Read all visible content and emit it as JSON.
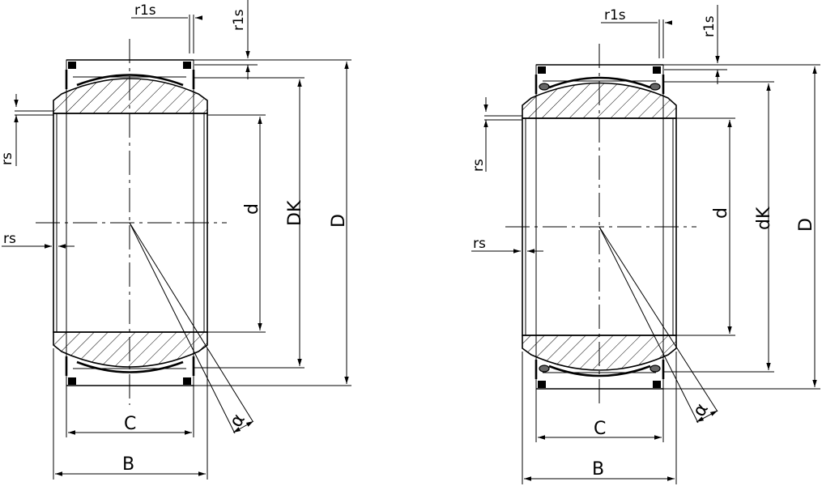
{
  "left_bearing": {
    "labels": {
      "r1s_top": "r1s",
      "r1s_side": "r1s",
      "rs_upper": "rs",
      "rs_lower": "rs",
      "d": "d",
      "DK": "DK",
      "D": "D",
      "alpha": "α",
      "C": "C",
      "B": "B"
    }
  },
  "right_bearing": {
    "labels": {
      "r1s_top": "r1s",
      "r1s_side": "r1s",
      "rs_upper": "rs",
      "rs_lower": "rs",
      "d": "d",
      "dK": "dK",
      "D": "D",
      "alpha": "α",
      "C": "C",
      "B": "B"
    }
  },
  "colors": {
    "line": "#000000",
    "background": "#ffffff"
  }
}
